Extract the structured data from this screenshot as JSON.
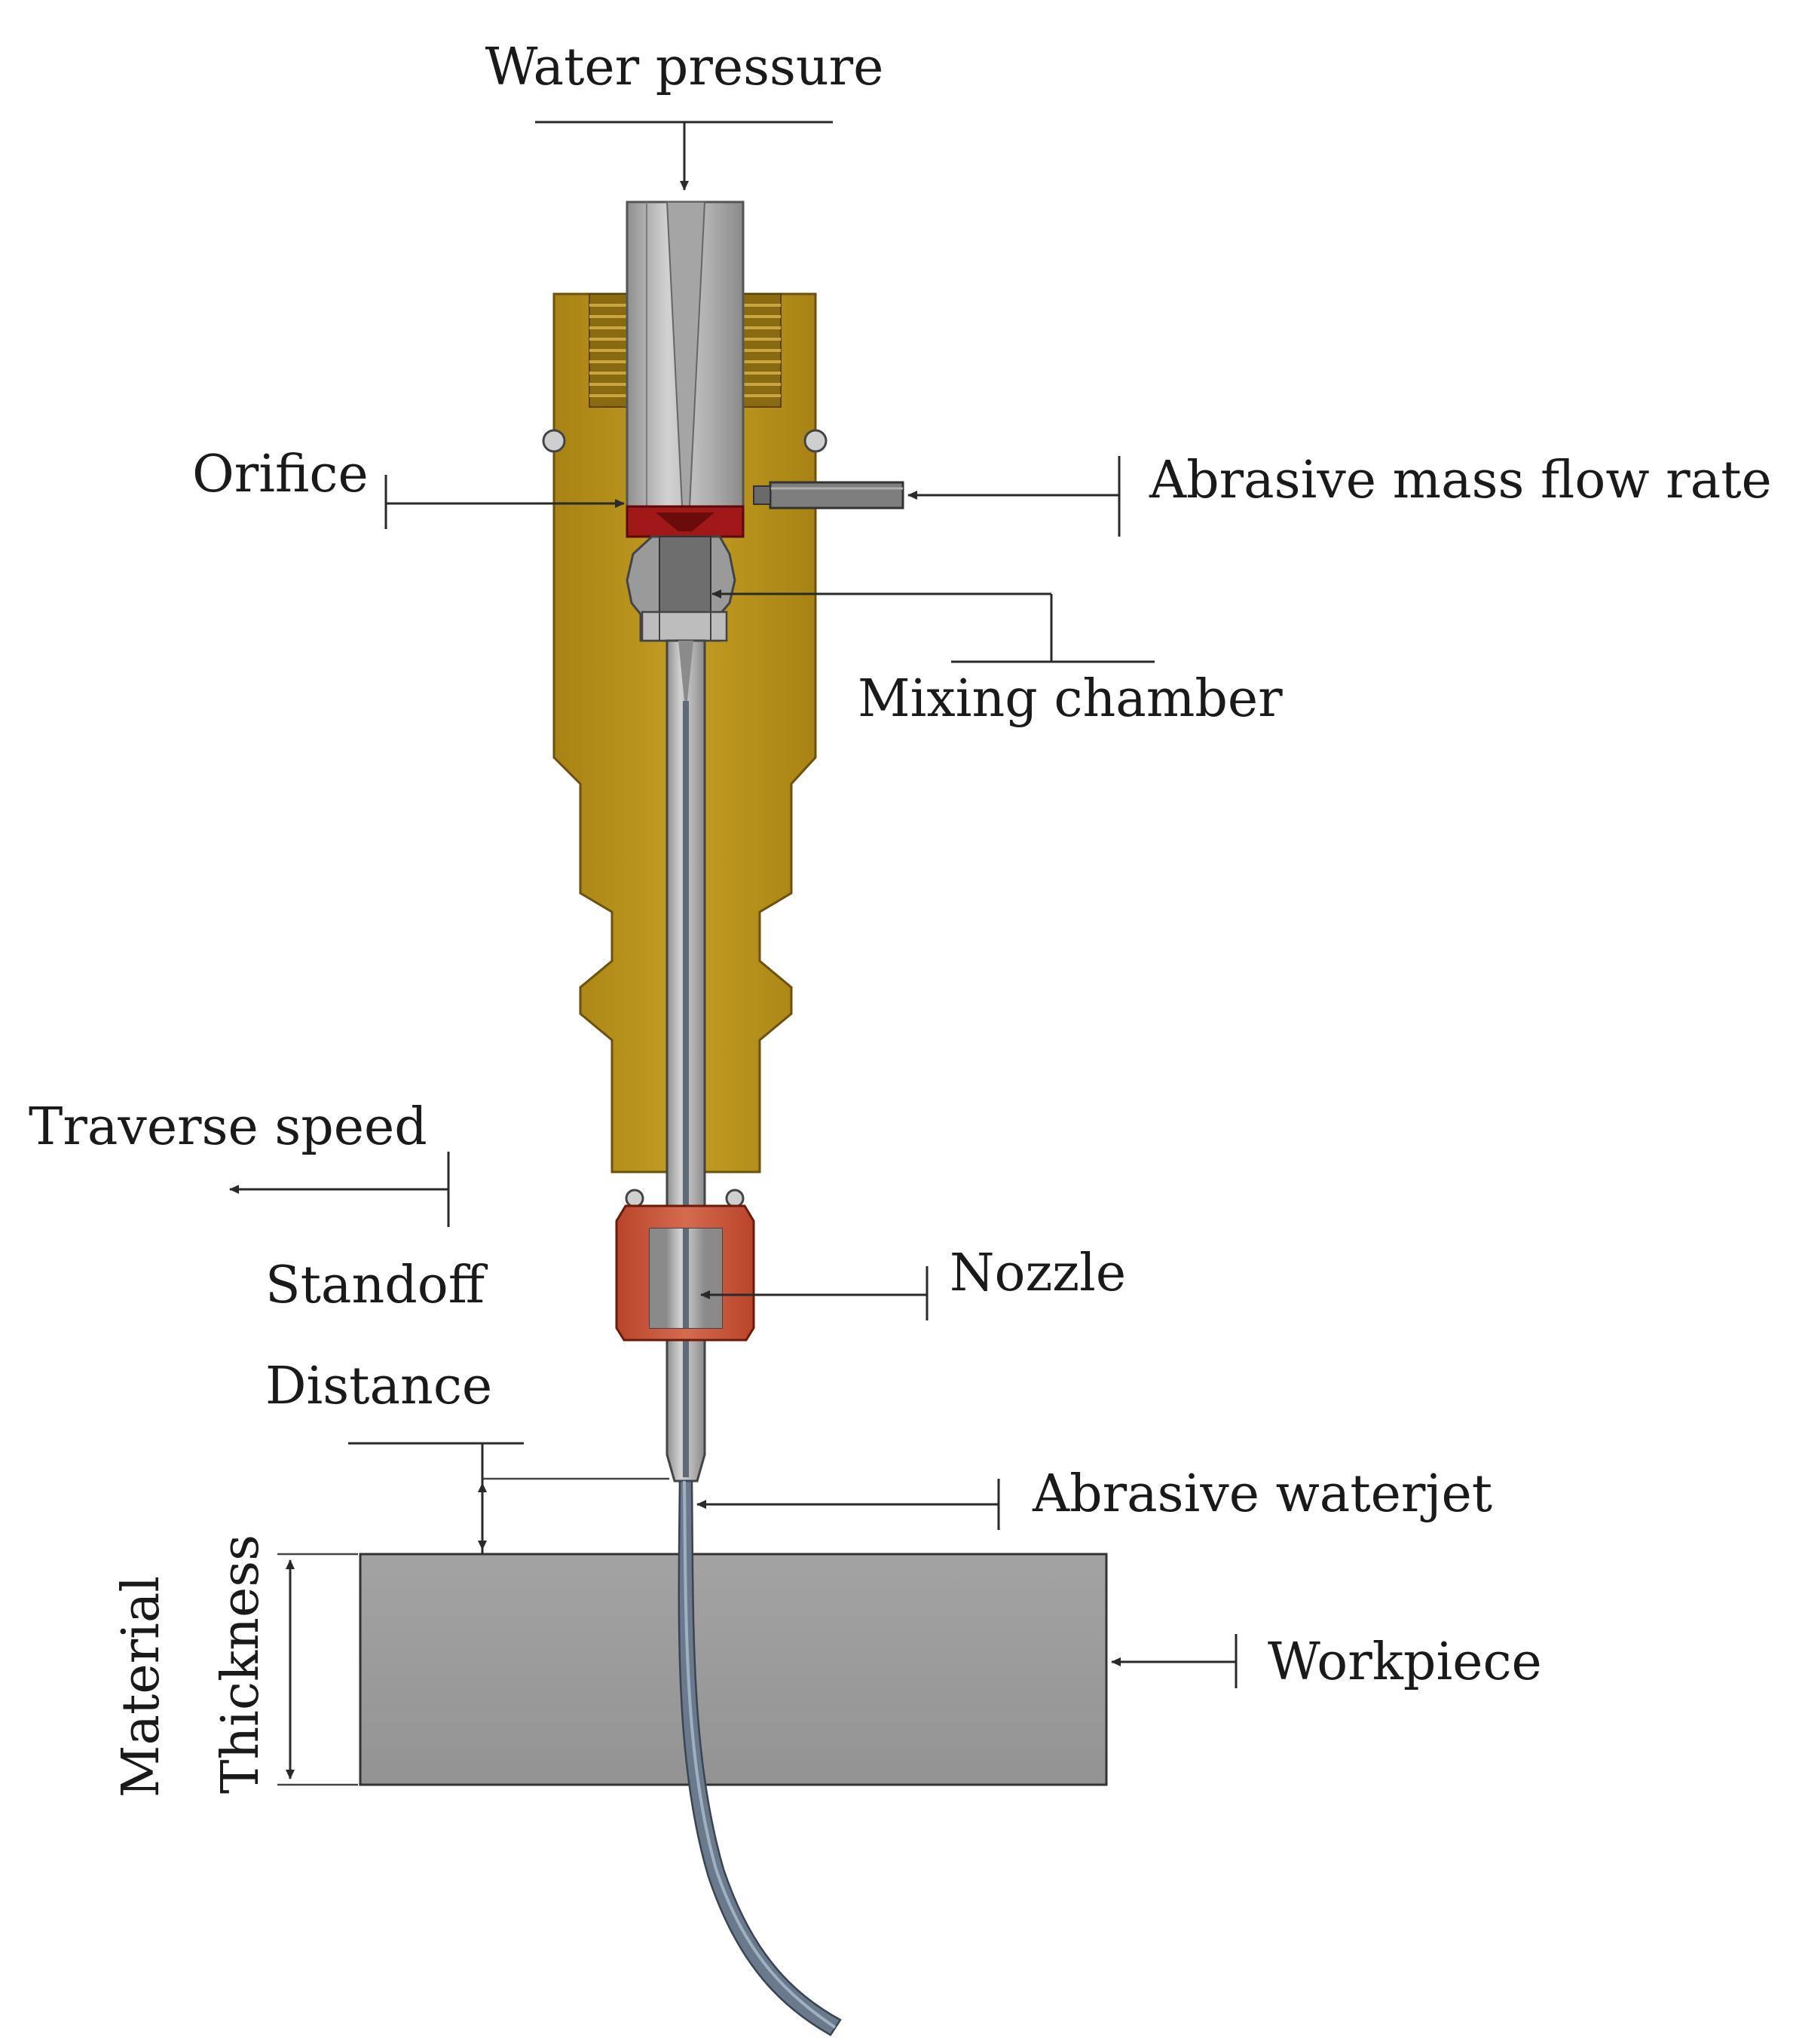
{
  "labels": {
    "water_pressure": "Water pressure",
    "orifice": "Orifice",
    "abrasive_mass_flow_rate": "Abrasive mass flow rate",
    "mixing_chamber": "Mixing chamber",
    "traverse_speed": "Traverse speed",
    "standoff": "Standoff",
    "distance": "Distance",
    "nozzle": "Nozzle",
    "abrasive_waterjet": "Abrasive waterjet",
    "workpiece": "Workpiece",
    "material": "Material",
    "thickness": "Thickness"
  },
  "colors": {
    "body": "#b8921a",
    "body_dark": "#8a6a10",
    "orifice": "#a01818",
    "nozzle_nut": "#c8563a",
    "steel": "#b4b4b4",
    "workpiece": "#9b9b9b",
    "jet": "#6a7a8c"
  }
}
